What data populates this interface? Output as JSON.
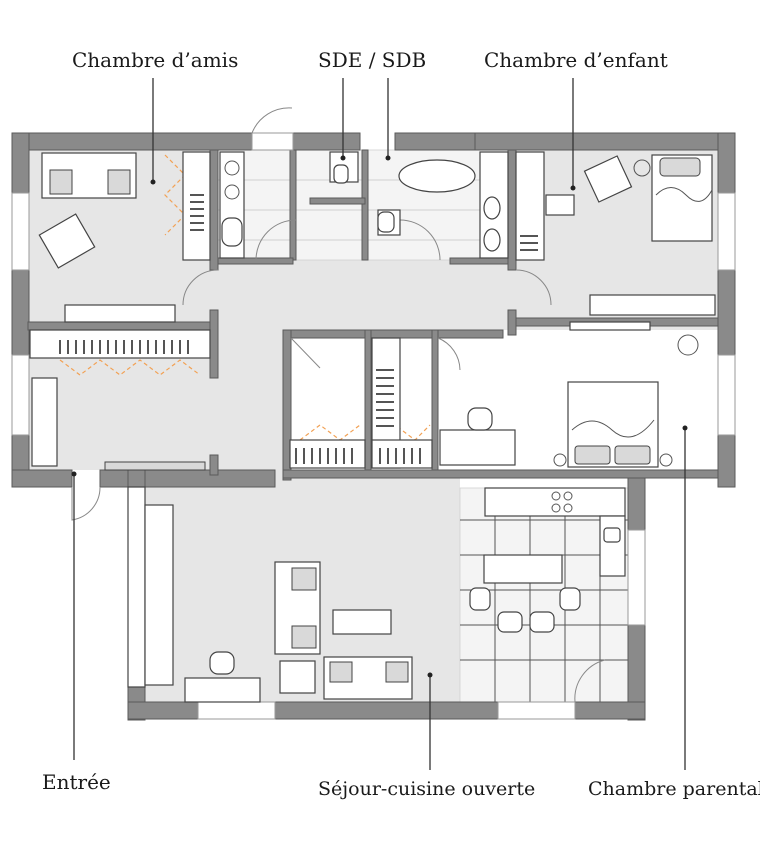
{
  "labels": {
    "chambre_amis": "Chambre d’amis",
    "sde_sdb": "SDE / SDB",
    "chambre_enfant": "Chambre d’enfant",
    "entree": "Entrée",
    "sejour": "Séjour-cuisine ouverte",
    "chambre_parentale": "Chambre parentale"
  }
}
